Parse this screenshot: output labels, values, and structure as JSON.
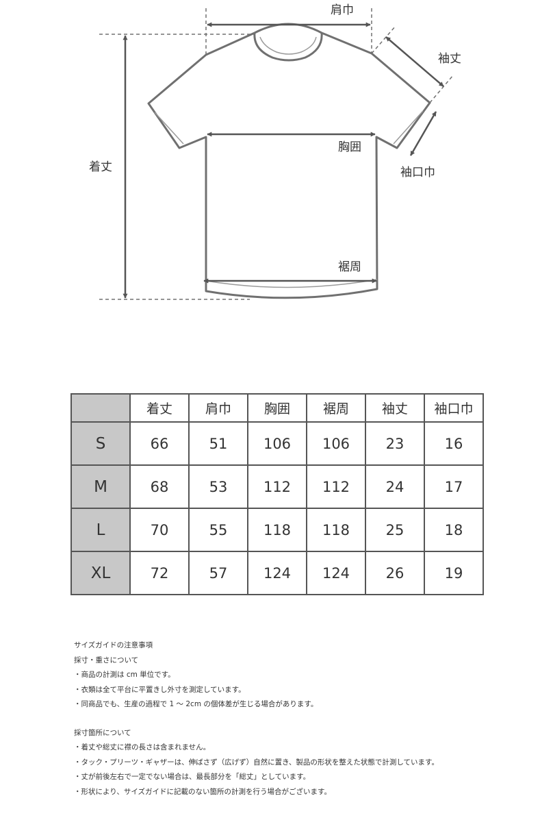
{
  "diagram": {
    "labels": {
      "shoulder": "肩巾",
      "sleeve_length": "袖丈",
      "chest": "胸囲",
      "sleeve_opening": "袖口巾",
      "body_length": "着丈",
      "hem": "裾周"
    }
  },
  "table": {
    "headers": [
      "着丈",
      "肩巾",
      "胸囲",
      "裾周",
      "袖丈",
      "袖口巾"
    ],
    "rows": [
      {
        "size": "S",
        "values": [
          "66",
          "51",
          "106",
          "106",
          "23",
          "16"
        ]
      },
      {
        "size": "M",
        "values": [
          "68",
          "53",
          "112",
          "112",
          "24",
          "17"
        ]
      },
      {
        "size": "L",
        "values": [
          "70",
          "55",
          "118",
          "118",
          "25",
          "18"
        ]
      },
      {
        "size": "XL",
        "values": [
          "72",
          "57",
          "124",
          "124",
          "26",
          "19"
        ]
      }
    ]
  },
  "notes": {
    "section1": {
      "title": "サイズガイドの注意事項",
      "subtitle": "採寸・重さについて",
      "items": [
        "・商品の計測は cm 単位です。",
        "・衣類は全て平台に平置きし外寸を測定しています。",
        "・同商品でも、生産の過程で 1 ～ 2cm の個体差が生じる場合があります。"
      ]
    },
    "section2": {
      "title": "採寸箇所について",
      "items": [
        "・着丈や総丈に襟の長さは含まれません。",
        "・タック・プリーツ・ギャザーは、伸ばさず（広げず）自然に置き、製品の形状を整えた状態で計測しています。",
        "・丈が前後左右で一定でない場合は、最長部分を「総丈」としています。",
        "・形状により、サイズガイドに記載のない箇所の計測を行う場合がございます。"
      ]
    }
  }
}
